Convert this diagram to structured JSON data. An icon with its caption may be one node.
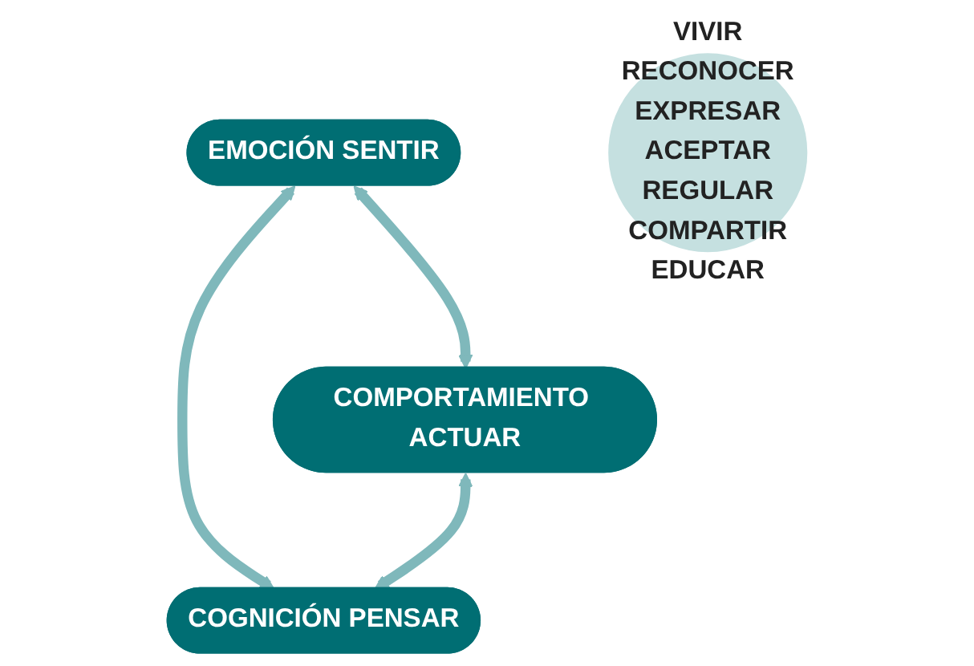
{
  "diagram": {
    "nodes": [
      {
        "text": [
          "EMOCIÓN SENTIR"
        ]
      },
      {
        "text": [
          "VIVIR",
          "RECONOCER",
          "EXPRESAR",
          "ACEPTAR",
          "REGULAR",
          "COMPARTIR",
          "EDUCAR"
        ]
      },
      {
        "text": [
          "COMPORTAMIENTO ACTUAR"
        ]
      },
      {
        "text": [
          "COGNICIÓN PENSAR"
        ]
      }
    ],
    "edges": [
      {
        "from": 0,
        "to": 2,
        "arrow": "both"
      },
      {
        "from": 0,
        "to": 3,
        "arrow": "both"
      },
      {
        "from": 2,
        "to": 3,
        "arrow": "both"
      }
    ]
  }
}
